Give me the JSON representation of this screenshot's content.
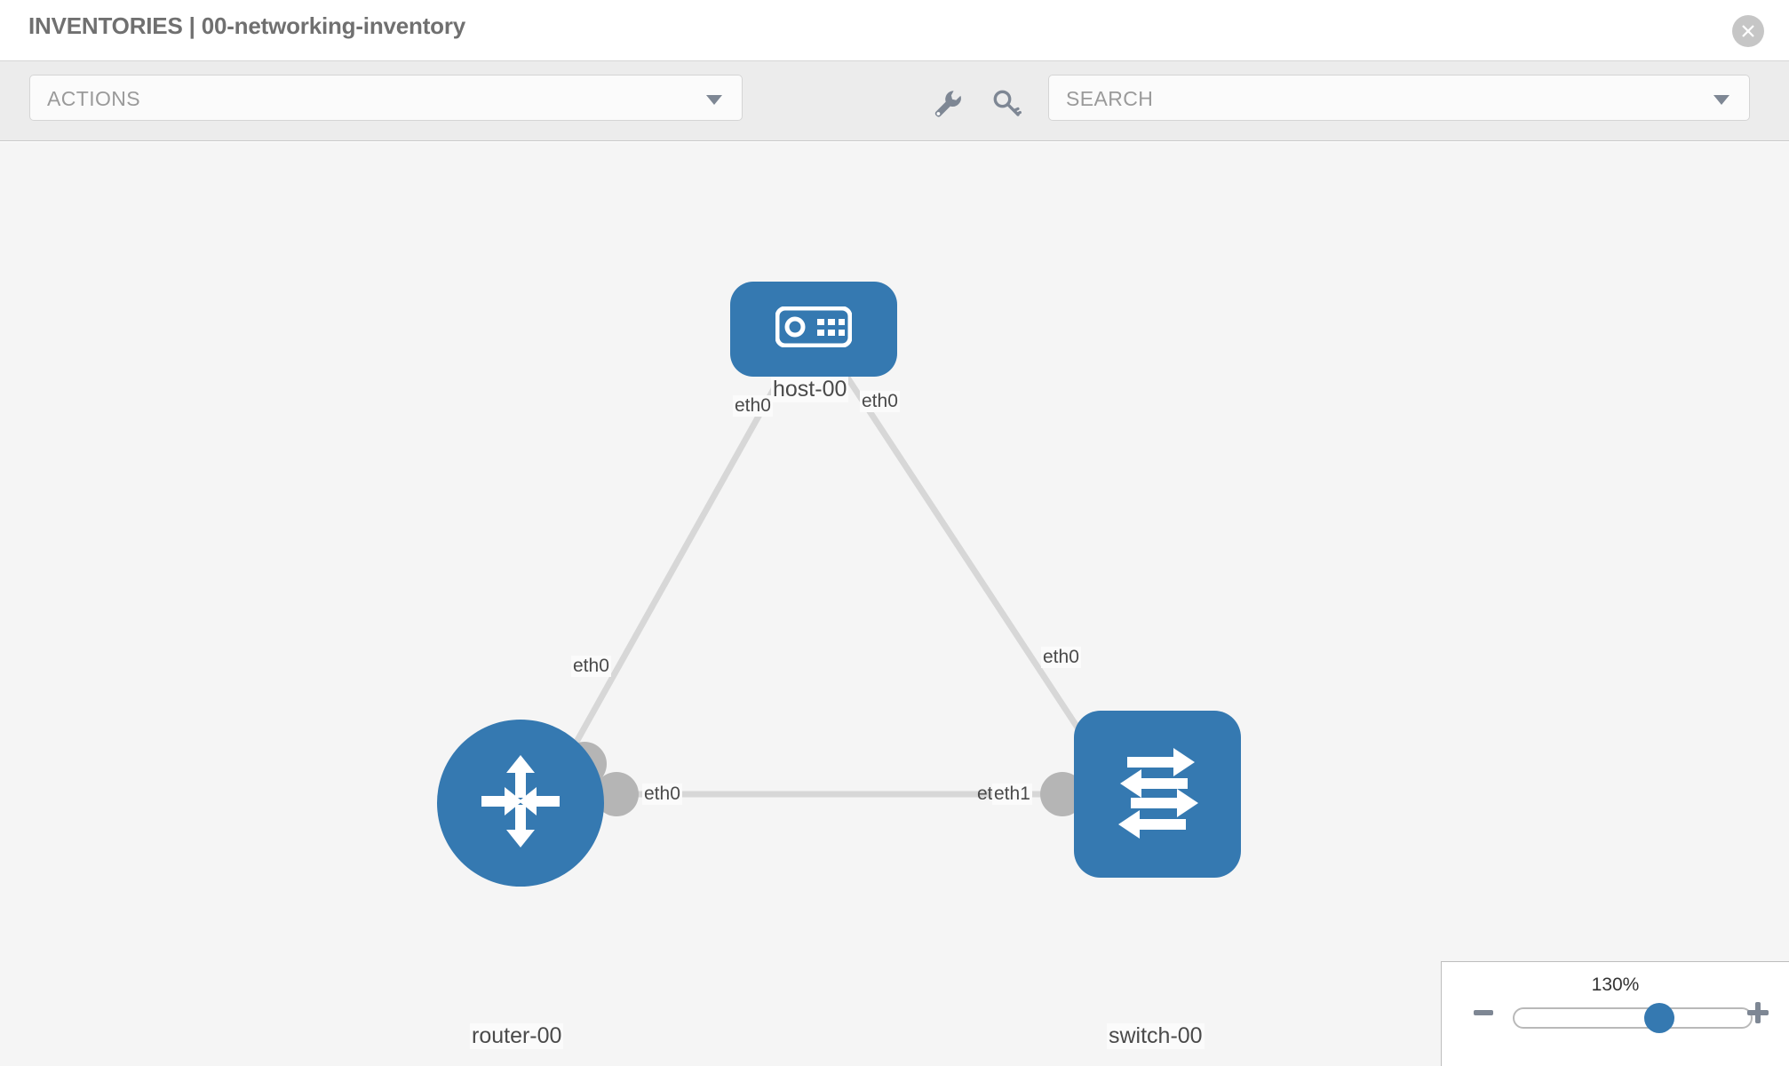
{
  "header": {
    "title": "INVENTORIES | 00-networking-inventory",
    "close_icon": "close-circle-icon"
  },
  "toolbar": {
    "actions_label": "ACTIONS",
    "actions_caret_icon": "chevron-down-icon",
    "wrench_icon": "wrench-icon",
    "key_icon": "key-icon",
    "search_placeholder": "SEARCH",
    "search_value": "",
    "search_caret_icon": "chevron-down-icon"
  },
  "topology": {
    "nodes": [
      {
        "id": "host-00",
        "label": "host-00",
        "type": "host",
        "icon": "server-icon",
        "shape": "rounded-rect",
        "color": "#3579b1"
      },
      {
        "id": "router-00",
        "label": "router-00",
        "type": "router",
        "icon": "router-arrows-icon",
        "shape": "circle",
        "color": "#3579b1"
      },
      {
        "id": "switch-00",
        "label": "switch-00",
        "type": "switch",
        "icon": "switch-arrows-icon",
        "shape": "rounded-square",
        "color": "#3579b1"
      }
    ],
    "links": [
      {
        "from": "host-00",
        "from_port": "eth0",
        "to": "router-00",
        "to_port": "eth0"
      },
      {
        "from": "host-00",
        "from_port": "eth0",
        "to": "switch-00",
        "to_port": "eth0"
      },
      {
        "from": "router-00",
        "from_port": "eth0",
        "to": "switch-00",
        "to_port": "eth1"
      }
    ],
    "port_labels": {
      "host_left": "eth0",
      "host_right": "eth0",
      "router_up": "eth0",
      "switch_up": "eth0",
      "router_right": "eth0",
      "switch_left_hidden": "eth",
      "switch_left": "eth1"
    },
    "edge_color": "#d7d7d7",
    "port_dot_color": "#b5b5b5",
    "canvas_background": "#f5f5f5"
  },
  "zoom_control": {
    "value_label": "130%",
    "minus_label": "−",
    "plus_label": "+",
    "slider_percent": 62,
    "minus_icon": "minus-icon",
    "plus_icon": "plus-icon"
  }
}
